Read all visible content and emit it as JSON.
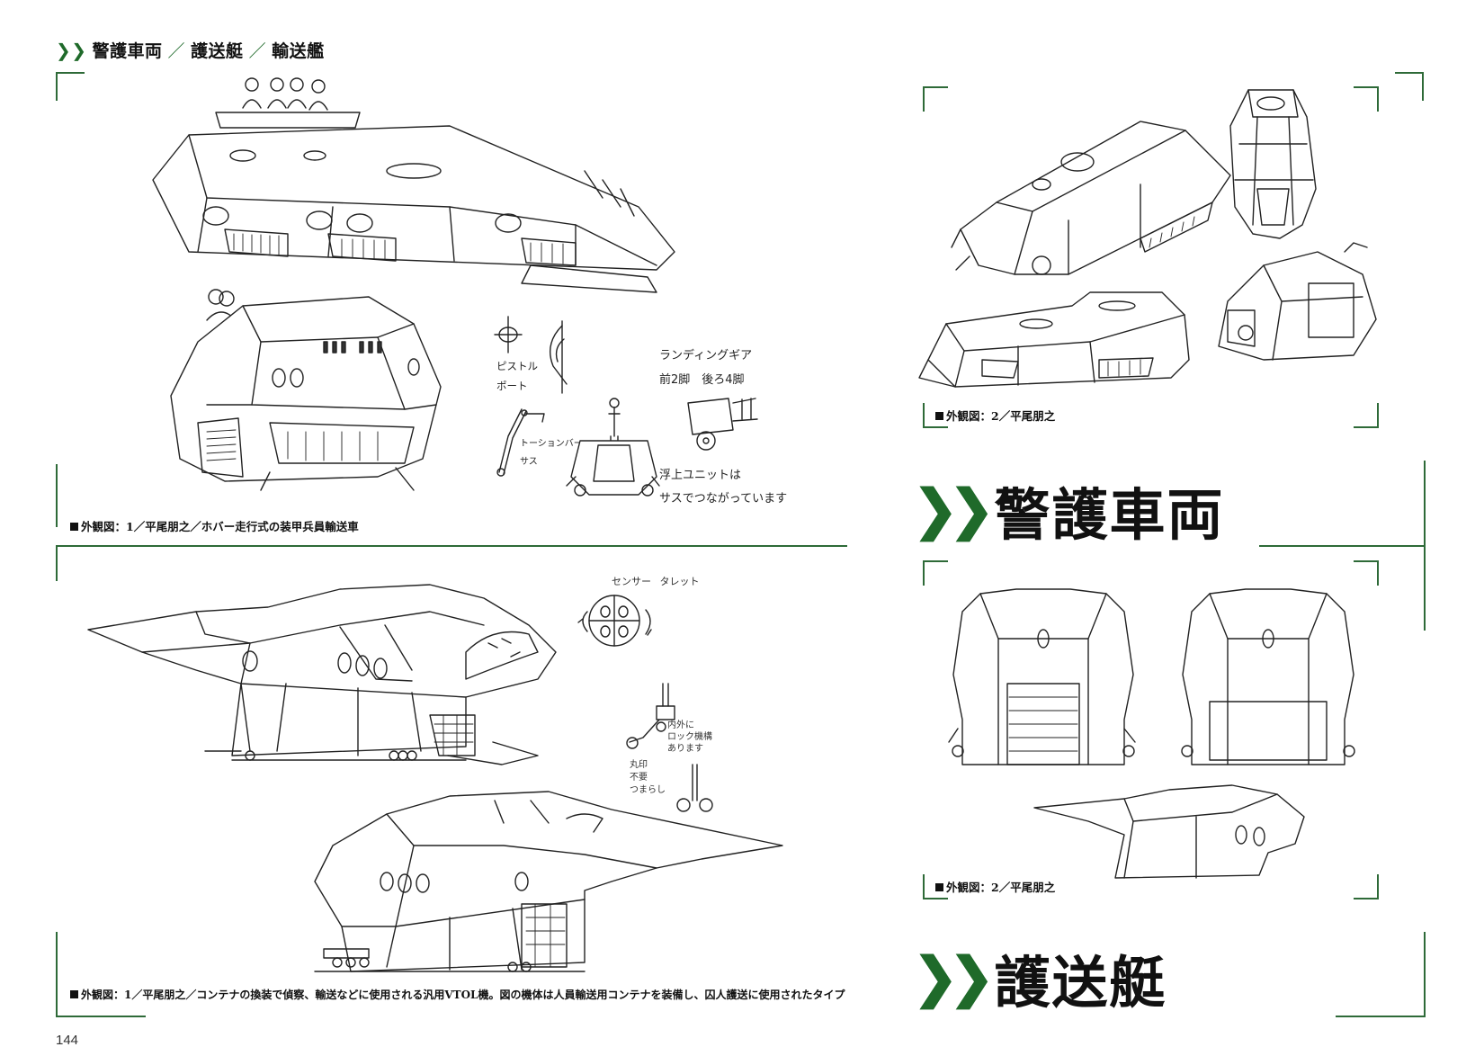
{
  "header": {
    "chevron": "❯❯",
    "items": [
      "警護車両",
      "護送艇",
      "輸送艦"
    ],
    "separator": "／"
  },
  "left_top": {
    "caption": "外観図：1／平尾朋之／ホバー走行式の装甲兵員輸送車",
    "notes": {
      "pistol_port": [
        "ピストル",
        "ポート"
      ],
      "landing_gear": [
        "ランディングギア",
        "前2脚　後ろ4脚"
      ],
      "torsion_bar": [
        "トーションバー",
        "サス"
      ],
      "float_unit": [
        "浮上ユニットは",
        "サスでつながっています"
      ]
    }
  },
  "left_bottom": {
    "caption": "外観図：1／平尾朋之／コンテナの換装で偵察、輸送などに使用される汎用VTOL機。図の機体は人員輸送用コンテナを装備し、囚人護送に使用されたタイプ",
    "notes": {
      "sensor_turret": [
        "センサー",
        "タレット"
      ],
      "gear_memo": [
        "内外に",
        "ロック機構",
        "あります"
      ],
      "gear_memo2": [
        "丸印",
        "不要",
        "つまらし"
      ]
    }
  },
  "right_top": {
    "caption": "外観図：2／平尾朋之",
    "title": "警護車両"
  },
  "right_bottom": {
    "caption": "外観図：2／平尾朋之",
    "title": "護送艇"
  },
  "page_number": "144",
  "colors": {
    "accent": "#1f6a2a",
    "frame": "#2e6a38"
  }
}
